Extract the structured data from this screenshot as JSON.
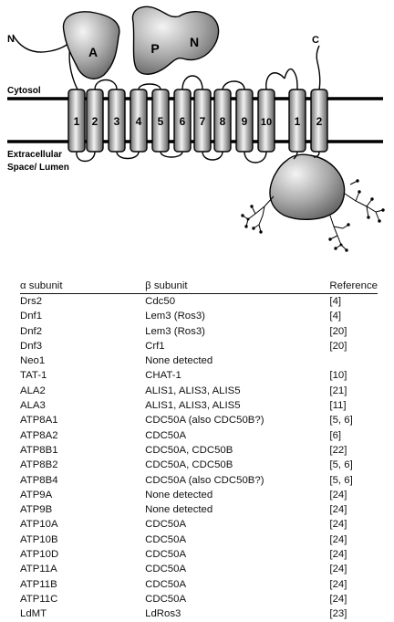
{
  "diagram": {
    "terminal_n": "N",
    "terminal_c": "C",
    "domain_a": "A",
    "domain_p": "P",
    "domain_n": "N",
    "cytosol_label": "Cytosol",
    "extracellular_line1": "Extracellular",
    "extracellular_line2": "Space/ Lumen",
    "alpha_helices": [
      "1",
      "2",
      "3",
      "4",
      "5",
      "6",
      "7",
      "8",
      "9",
      "10"
    ],
    "beta_helices": [
      "1",
      "2"
    ]
  },
  "table": {
    "headers": [
      "α subunit",
      "β subunit",
      "Reference"
    ],
    "rows": [
      [
        "Drs2",
        "Cdc50",
        "[4]"
      ],
      [
        "Dnf1",
        "Lem3 (Ros3)",
        "[4]"
      ],
      [
        "Dnf2",
        "Lem3 (Ros3)",
        "[20]"
      ],
      [
        "Dnf3",
        "Crf1",
        "[20]"
      ],
      [
        "Neo1",
        "None detected",
        ""
      ],
      [
        "TAT-1",
        "CHAT-1",
        "[10]"
      ],
      [
        "ALA2",
        "ALIS1, ALIS3, ALIS5",
        "[21]"
      ],
      [
        "ALA3",
        "ALIS1, ALIS3, ALIS5",
        "[11]"
      ],
      [
        "ATP8A1",
        "CDC50A (also CDC50B?)",
        "[5, 6]"
      ],
      [
        "ATP8A2",
        "CDC50A",
        "[6]"
      ],
      [
        "ATP8B1",
        "CDC50A, CDC50B",
        "[22]"
      ],
      [
        "ATP8B2",
        "CDC50A, CDC50B",
        "[5, 6]"
      ],
      [
        "ATP8B4",
        "CDC50A (also CDC50B?)",
        "[5, 6]"
      ],
      [
        "ATP9A",
        "None detected",
        "[24]"
      ],
      [
        "ATP9B",
        "None detected",
        "[24]"
      ],
      [
        "ATP10A",
        "CDC50A",
        "[24]"
      ],
      [
        "ATP10B",
        "CDC50A",
        "[24]"
      ],
      [
        "ATP10D",
        "CDC50A",
        "[24]"
      ],
      [
        "ATP11A",
        "CDC50A",
        "[24]"
      ],
      [
        "ATP11B",
        "CDC50A",
        "[24]"
      ],
      [
        "ATP11C",
        "CDC50A",
        "[24]"
      ],
      [
        "LdMT",
        "LdRos3",
        "[23]"
      ]
    ]
  }
}
